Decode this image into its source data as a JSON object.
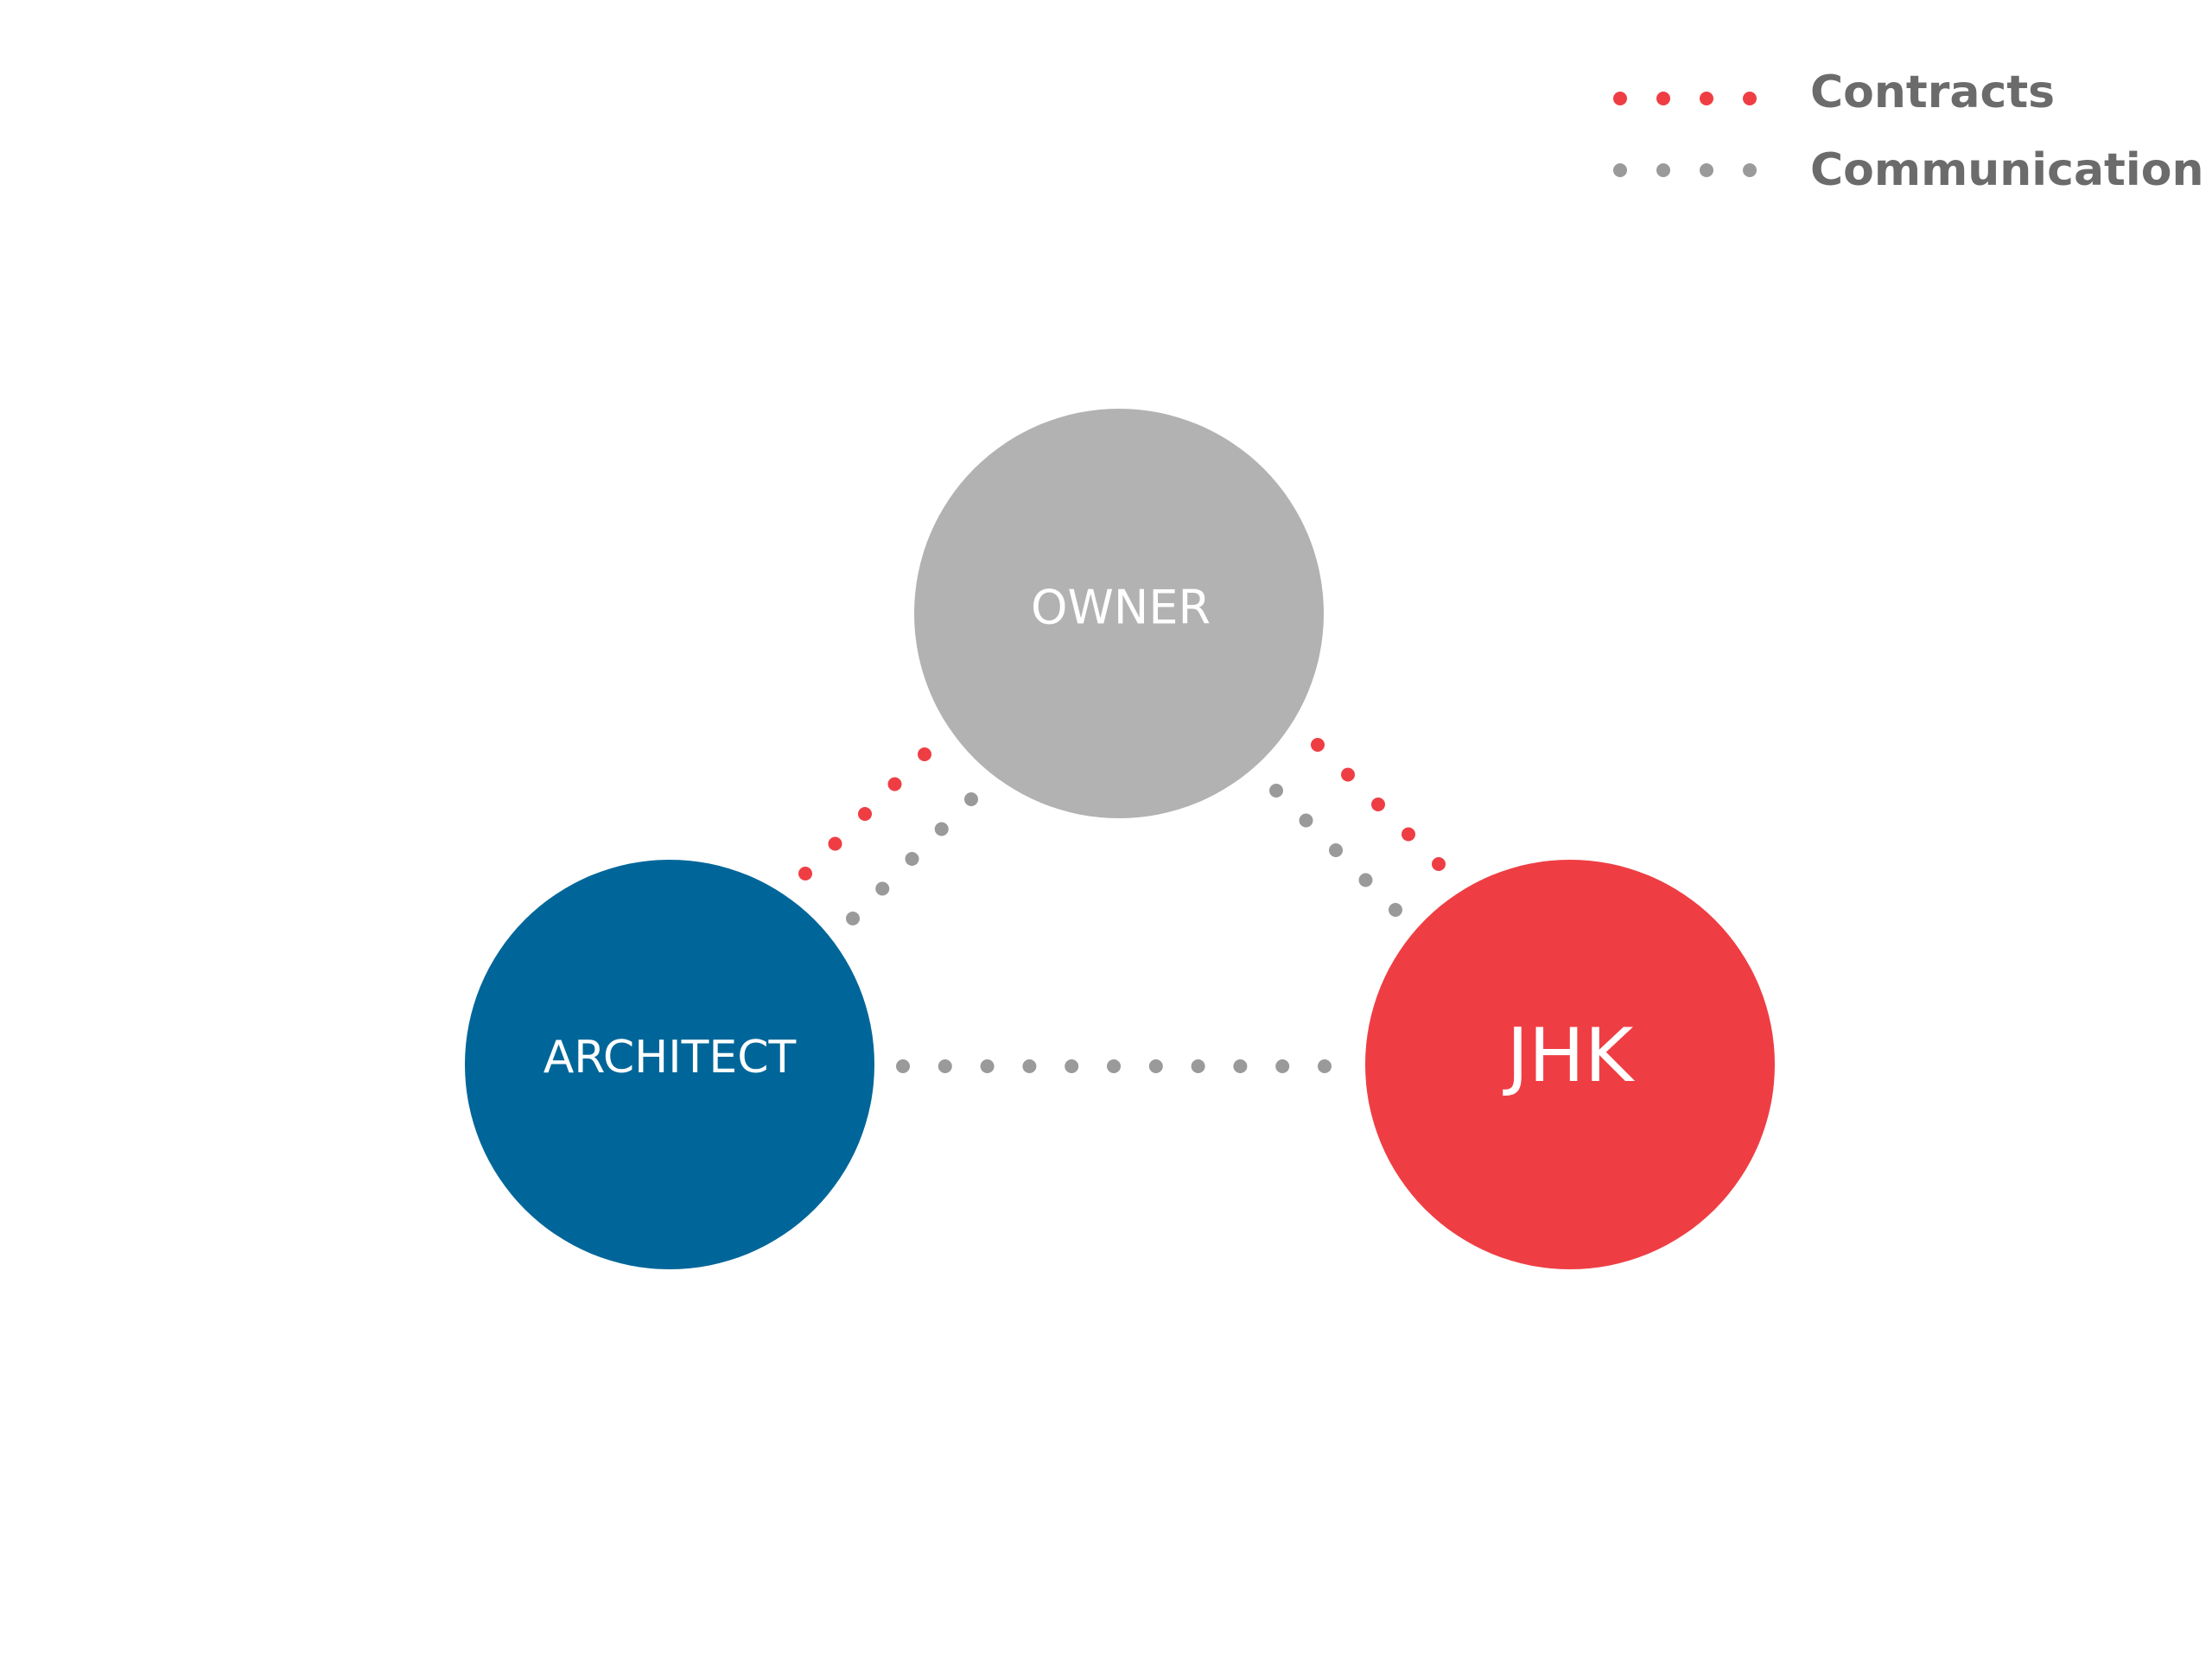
{
  "legend": {
    "items": [
      {
        "label": "Contracts",
        "color": "#ee3e44"
      },
      {
        "label": "Communication",
        "color": "#9a9a9a"
      }
    ]
  },
  "nodes": {
    "owner": {
      "label": "OWNER",
      "color": "#b2b2b2"
    },
    "architect": {
      "label": "ARCHITECT",
      "color": "#006699"
    },
    "jhk": {
      "label": "JHK",
      "color": "#ee3e44"
    }
  },
  "links": [
    {
      "from": "OWNER",
      "to": "ARCHITECT",
      "kind": "Contracts"
    },
    {
      "from": "OWNER",
      "to": "ARCHITECT",
      "kind": "Communication"
    },
    {
      "from": "OWNER",
      "to": "JHK",
      "kind": "Contracts"
    },
    {
      "from": "OWNER",
      "to": "JHK",
      "kind": "Communication"
    },
    {
      "from": "ARCHITECT",
      "to": "JHK",
      "kind": "Communication"
    }
  ]
}
